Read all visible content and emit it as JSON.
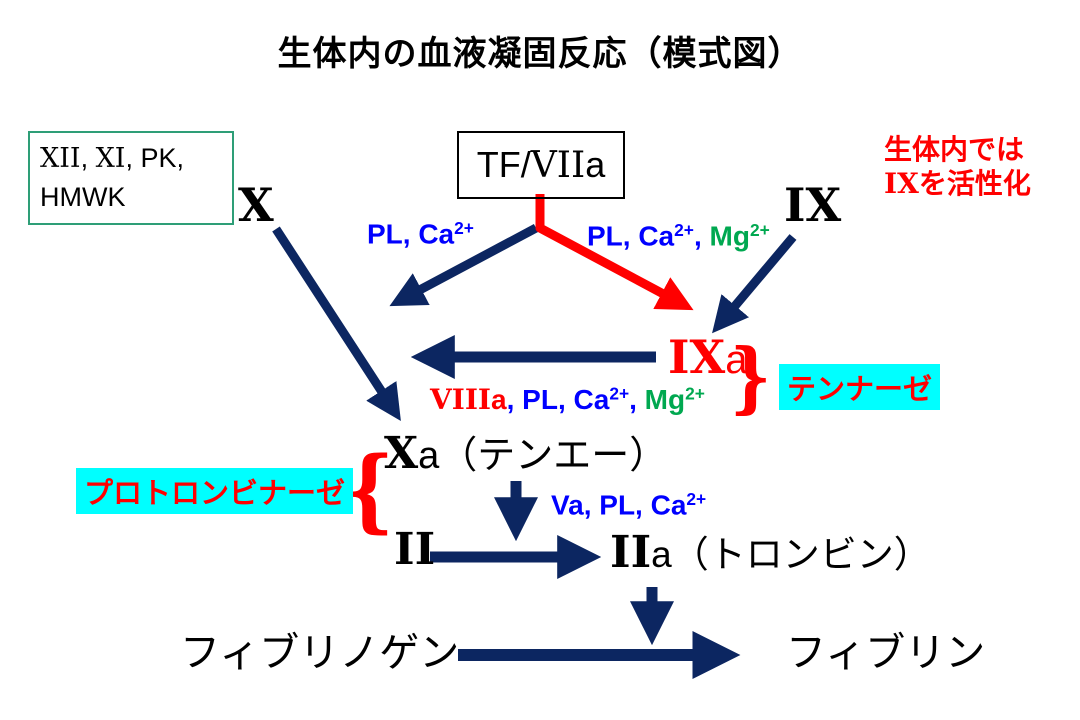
{
  "title": "生体内の血液凝固反応（模式図）",
  "colors": {
    "navy_arrow": "#0c2661",
    "red": "#ff0000",
    "blue_text": "#0000ff",
    "green_text": "#00a850",
    "highlight_cyan": "#00ffff",
    "contact_box_border": "#2e9e77"
  },
  "contact_factors_box": {
    "numeral1": "XII",
    "sep1": ", ",
    "numeral2": "XI",
    "rest": ", PK,",
    "line2": "HMWK"
  },
  "tf_box": {
    "prefix": "TF/",
    "numeral": "VII",
    "suffix": "a"
  },
  "side_note": {
    "line1": "生体内では",
    "line2_numeral": "IX",
    "line2_rest": "を活性化"
  },
  "nodes": {
    "factor_x": "X",
    "factor_ix": "IX",
    "ixa_numeral": "IX",
    "ixa_suffix": "a",
    "xa_numeral": "X",
    "xa_rest": "a（テンエー）",
    "factor_ii": "II",
    "iia_numeral": "II",
    "iia_rest": "a（トロンビン）",
    "fibrinogen": "フィブリノゲン",
    "fibrin": "フィブリン"
  },
  "cofactor_labels": {
    "left": {
      "base": "PL, Ca",
      "sup": "2+"
    },
    "right": {
      "p1": "PL, Ca",
      "p1_sup": "2+",
      "comma": ", ",
      "mg": "Mg",
      "mg_sup": "2+"
    },
    "tenase": {
      "numeral": "VIII",
      "a_suffix": "a",
      "mid": ", PL, Ca",
      "mid_sup": "2+",
      "comma": ", ",
      "mg": "Mg",
      "mg_sup": "2+"
    },
    "prothrombinase": {
      "base": "Va, PL, Ca",
      "sup": "2+"
    }
  },
  "complex_labels": {
    "tenase": "テンナーゼ",
    "prothrombinase": "プロトロンビナーゼ"
  },
  "braces": {
    "open": "{",
    "close": "}"
  }
}
